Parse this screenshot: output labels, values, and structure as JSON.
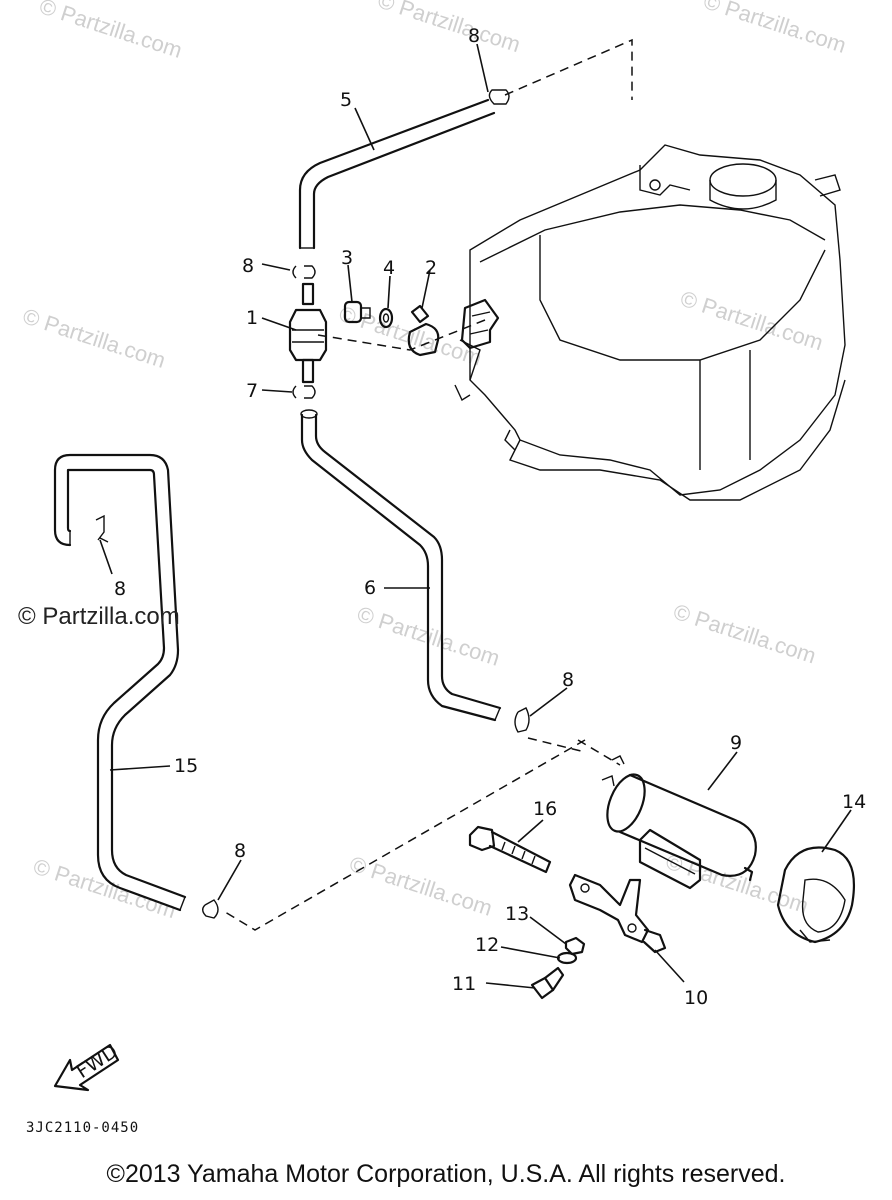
{
  "watermark": "© Partzilla.com",
  "labels": {
    "p1": "1",
    "p2": "2",
    "p3": "3",
    "p4": "4",
    "p5": "5",
    "p6": "6",
    "p7": "7",
    "p8a": "8",
    "p8b": "8",
    "p8c": "8",
    "p8d": "8",
    "p8e": "8",
    "p9": "9",
    "p10": "10",
    "p11": "11",
    "p12": "12",
    "p13": "13",
    "p14": "14",
    "p15": "15",
    "p16": "16",
    "fwd": "FWD"
  },
  "diagram_code": "3JC2110-0450",
  "copyright": "©2013  Yamaha Motor Corporation, U.S.A. All rights reserved."
}
